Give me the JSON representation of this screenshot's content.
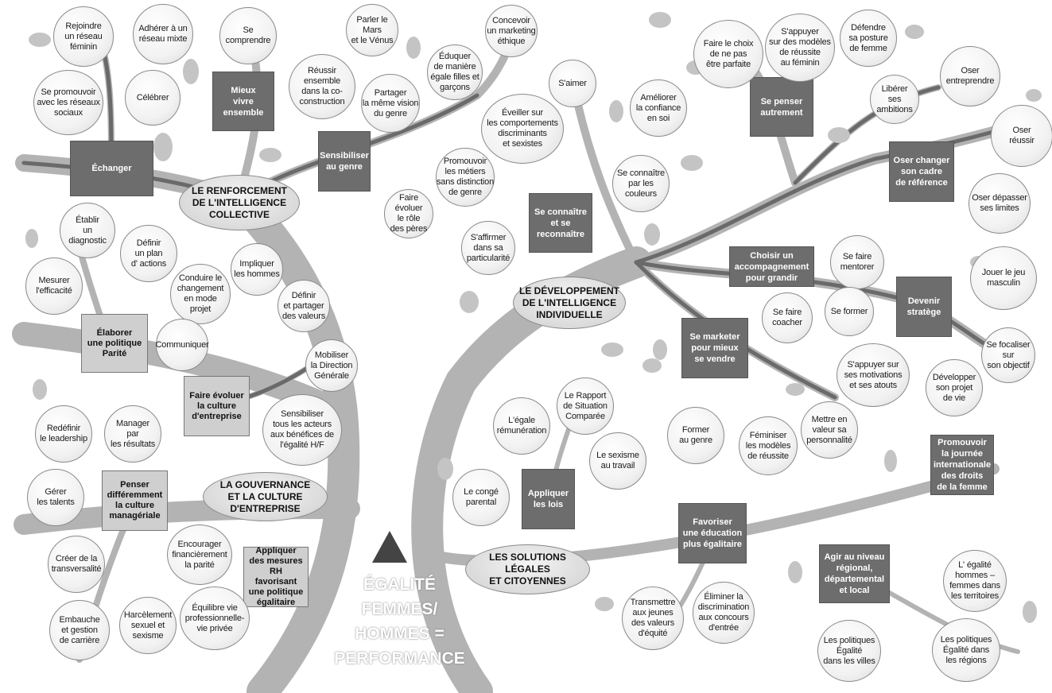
{
  "title": "ÉGALITÉ\nFEMMES/\nHOMMES =\nPERFORMANCE",
  "colors": {
    "branch": "#b3b3b3",
    "branch_dark": "#6a6a6a",
    "box_dark": "#6d6d6d",
    "box_light": "#cfcfcf",
    "leaf": "#c4c4c4"
  },
  "themes": {
    "collective": "LE RENFORCEMENT\nDE L'INTELLIGENCE\nCOLLECTIVE",
    "individual": "LE DÉVELOPPEMENT\nDE L'INTELLIGENCE\nINDIVIDUELLE",
    "governance": "LA GOUVERNANCE\nET LA CULTURE\nD'ENTREPRISE",
    "legal": "LES SOLUTIONS\nLÉGALES\nET CITOYENNES"
  },
  "actions": {
    "echanger": "Échanger",
    "mieux_vivre": "Mieux\nvivre\nensemble",
    "sensibiliser": "Sensibiliser\nau genre",
    "se_connaitre": "Se connaître\net se\nreconnaître",
    "se_penser": "Se penser\nautrement",
    "oser_changer": "Oser changer\nson cadre\nde référence",
    "accompagnement": "Choisir un\naccompagnement\npour grandir",
    "stratege": "Devenir\nstratège",
    "marketer": "Se marketer\npour mieux\nse vendre",
    "lois": "Appliquer\nles lois",
    "education": "Favoriser\nune éducation\nplus égalitaire",
    "agir": "Agir au niveau\nrégional,\ndépartemental\net local",
    "journee": "Promouvoir\nla journée\ninternationale\ndes droits\nde la femme",
    "parite": "Élaborer\nune politique\nParité",
    "culture": "Faire évoluer\nla culture\nd'entreprise",
    "manageriale": "Penser\ndifféremment\nla culture\nmanagériale",
    "rh": "Appliquer\ndes mesures RH\nfavorisant\nune politique\négalitaire"
  },
  "ideas": {
    "rejoindre": "Rejoindre\nun réseau\nféminin",
    "adherer": "Adhérer à un\nréseau mixte",
    "comprendre": "Se\ncomprendre",
    "mars": "Parler le Mars\net le Vénus",
    "marketing": "Concevoir\nun marketing\néthique",
    "promouvoir_reseaux": "Se promouvoir\navec les réseaux\nsociaux",
    "celebrer": "Célébrer",
    "reussir_ensemble": "Réussir\nensemble\ndans la co-\nconstruction",
    "eduquer": "Éduquer\nde manière\négale filles  et\ngarçons",
    "partager": "Partager\nla même vision\ndu genre",
    "eveiller": "Éveiller sur\nles comportements\ndiscriminants\net sexistes",
    "metiers": "Promouvoir\nles métiers\nsans distinction\nde genre",
    "peres": "Faire évoluer\nle rôle\ndes pères",
    "diagnostic": "Établir\nun\ndiagnostic",
    "plan": "Définir\nun plan\nd' actions",
    "efficacite": "Mesurer\nl'efficacité",
    "conduire": "Conduire le\nchangement\nen mode\nprojet",
    "impliquer": "Impliquer\nles hommes",
    "valeurs": "Définir\net partager\ndes valeurs",
    "communiquer": "Communiquer",
    "direction": "Mobiliser\nla Direction\nGénérale",
    "acteurs": "Sensibiliser\ntous les acteurs\naux bénéfices de\nl'égalité H/F",
    "leadership": "Redéfinir\nle leadership",
    "manager": "Manager\npar\nles résultats",
    "talents": "Gérer\nles talents",
    "transversalite": "Créer de la\ntransversalité",
    "financement": "Encourager\nfinancièrement\nla parité",
    "embauche": "Embauche\net gestion\nde carrière",
    "harcelement": "Harcèlement\nsexuel et\nsexisme",
    "equilibre": "Équilibre vie\nprofessionnelle-\nvie privée",
    "aimer": "S'aimer",
    "confiance": "Améliorer\nla confiance\nen soi",
    "couleurs": "Se connaître\npar les\ncouleurs",
    "affirmer": "S'affirmer\ndans sa\nparticularité",
    "parfaite": "Faire le choix\nde ne pas\nêtre parfaite",
    "modeles": "S'appuyer\nsur des modèles\nde réussite\nau féminin",
    "posture": "Défendre\nsa posture\nde femme",
    "ambitions": "Libérer\nses\nambitions",
    "entreprendre": "Oser\nentreprendre",
    "oser_reussir": "Oser\nréussir",
    "limites": "Oser dépasser\nses limites",
    "mentorer": "Se faire\nmentorer",
    "former": "Se former",
    "coacher": "Se faire\ncoacher",
    "jeu": "Jouer le jeu\nmasculin",
    "objectif": "Se focaliser\nsur\nson objectif",
    "projet_vie": "Développer\nson projet\nde vie",
    "motivations": "S'appuyer sur\nses motivations\net ses atouts",
    "personnalite": "Mettre en\nvaleur sa\npersonnalité",
    "rapport": "Le Rapport\nde Situation\nComparée",
    "remuneration": "L'égale\nrémunération",
    "sexisme": "Le sexisme\nau travail",
    "conge": "Le congé\nparental",
    "former_genre": "Former\nau genre",
    "feminiser": "Féminiser\nles modèles\nde réussite",
    "transmettre": "Transmettre\naux jeunes\ndes valeurs\nd'équité",
    "eliminer": "Éliminer la\ndiscrimination\naux concours\nd'entrée",
    "territoires": "L' égalité\nhommes –\nfemmes dans\nles territoires",
    "villes": "Les politiques\nÉgalité\ndans les villes",
    "regions": "Les politiques\nÉgalité dans\nles régions"
  }
}
